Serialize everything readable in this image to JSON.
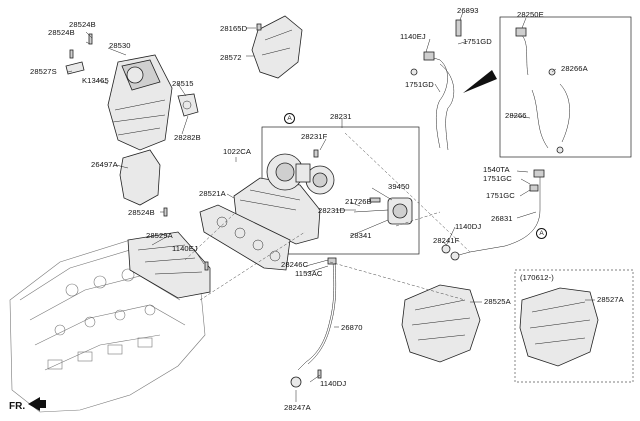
{
  "diagram": {
    "labels": {
      "p28524B_a": "28524B",
      "p28524B_b": "28524B",
      "p28530": "28530",
      "p28527S": "28527S",
      "pK13465": "K13465",
      "p28515": "28515",
      "p28282B": "28282B",
      "p26497A": "26497A",
      "p28524B_c": "28524B",
      "p28165D": "28165D",
      "p28572": "28572",
      "p1022CA": "1022CA",
      "p28521A": "28521A",
      "p28529A": "28529A",
      "p1140EJ_a": "1140EJ",
      "p28231": "28231",
      "p28231F": "28231F",
      "p39450": "39450",
      "p21726B": "21726B",
      "p28231D": "28231D",
      "p28341": "28341",
      "p28246C": "28246C",
      "p1153AC": "1153AC",
      "p26870": "26870",
      "p1140DJ_a": "1140DJ",
      "p28247A": "28247A",
      "p26893": "26893",
      "p1140EJ_b": "1140EJ",
      "p1751GD_a": "1751GD",
      "p1751GD_b": "1751GD",
      "p28250E": "28250E",
      "p28266A": "28266A",
      "p28266": "28266",
      "p1540TA": "1540TA",
      "p1751GC_a": "1751GC",
      "p1751GC_b": "1751GC",
      "p26831": "26831",
      "p1140DJ_b": "1140DJ",
      "p28241F": "28241F",
      "p28525A": "28525A",
      "p170612": "(170612-)",
      "p28527A": "28527A"
    },
    "callouts": {
      "a_top": "A",
      "a_right": "A"
    },
    "direction_label": "FR."
  }
}
